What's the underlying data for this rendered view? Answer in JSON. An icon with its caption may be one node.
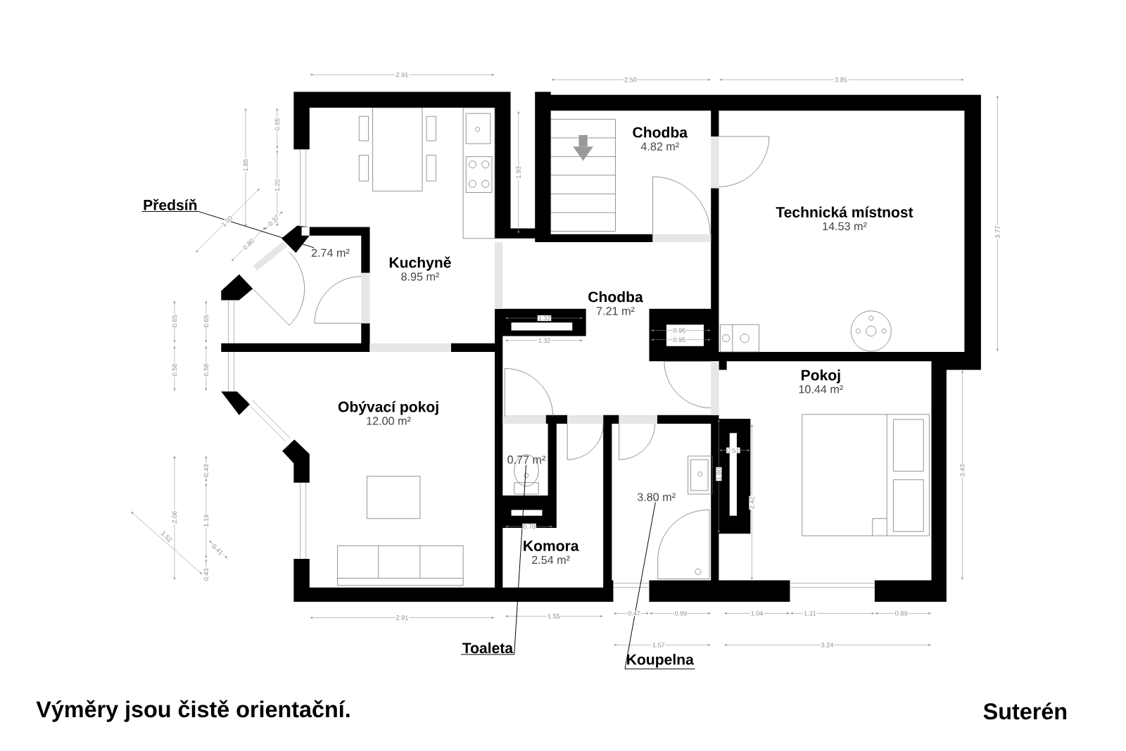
{
  "diagram": {
    "nodes": [
      {
        "text": [
          "Předsíň"
        ]
      },
      {
        "text": [
          "2.74 m²"
        ]
      },
      {
        "text": [
          "Kuchyně",
          "8.95 m²"
        ]
      },
      {
        "text": [
          "Chodba",
          "4.82 m²"
        ]
      },
      {
        "text": [
          "Technická místnost",
          "14.53 m²"
        ]
      },
      {
        "text": [
          "Chodba",
          "7.21 m²"
        ]
      },
      {
        "text": [
          "Obývací pokoj",
          "12.00 m²"
        ]
      },
      {
        "text": [
          "Pokoj",
          "10.44 m²"
        ]
      },
      {
        "text": [
          "0.77 m²"
        ]
      },
      {
        "text": [
          "Komora",
          "2.54 m²"
        ]
      },
      {
        "text": [
          "3.80 m²"
        ]
      },
      {
        "text": [
          "Toaleta"
        ]
      },
      {
        "text": [
          "Koupelna"
        ]
      }
    ],
    "edges": [
      {
        "from": 0,
        "to": 1,
        "arrow": "none"
      },
      {
        "from": 11,
        "to": 8,
        "arrow": "none"
      },
      {
        "from": 12,
        "to": 10,
        "arrow": "none"
      }
    ],
    "labels": [
      "2.91",
      "2.50",
      "3.85",
      "0.65",
      "1.85",
      "1.93",
      "1.20",
      "1.50",
      "0.37",
      "0.80",
      "3.77",
      "0.65",
      "0.65",
      "1.32",
      "0.96",
      "1.32",
      "0.95",
      "0.58",
      "0.58",
      "0.51",
      "0.43",
      "1.80",
      "3.43",
      "2.42",
      "2.06",
      "1.19",
      "0.70",
      "1.52",
      "0.41",
      "0.43",
      "2.91",
      "1.55",
      "0.47",
      "0.99",
      "1.04",
      "1.31",
      "0.89",
      "1.57",
      "3.24",
      "Výměry jsou čistě orientační.",
      "Suterén"
    ]
  }
}
